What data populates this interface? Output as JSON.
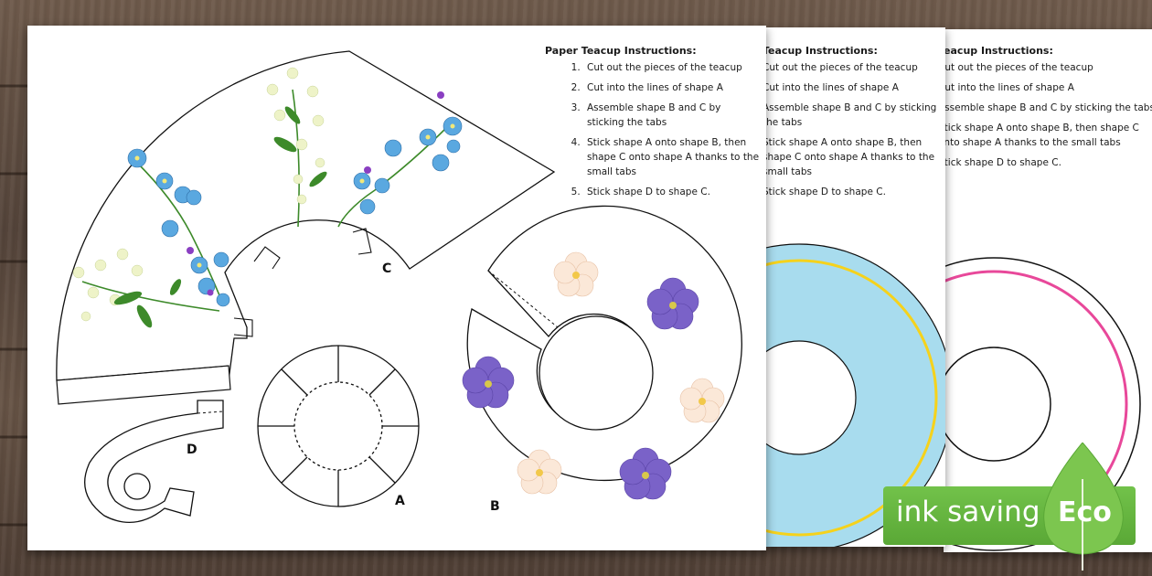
{
  "sheet1": {
    "instructions_title": "Paper Teacup Instructions:",
    "steps": [
      "Cut out the pieces of the teacup",
      "Cut into the lines of shape A",
      "Assemble shape B and C by sticking the tabs",
      "Stick shape A onto shape B, then shape C onto shape A thanks to the small tabs",
      "Stick shape D to shape C."
    ],
    "labels": {
      "a": "A",
      "b": "B",
      "c": "C",
      "d": "D"
    }
  },
  "sheet2": {
    "instructions_title": "Teacup Instructions:",
    "steps": [
      "Cut out the pieces of the teacup",
      "Cut into the lines of shape A",
      "Assemble shape B and C by sticking the tabs",
      "Stick shape A onto shape B, then shape C onto shape A thanks to the small tabs",
      "Stick shape D to shape C."
    ]
  },
  "sheet3": {
    "instructions_title": "Teacup Instructions:",
    "steps": [
      "Cut out the pieces of the teacup",
      "Cut into the lines of shape A",
      "Assemble shape B and C by sticking the tabs",
      "Stick shape A onto shape B, then shape C onto shape A thanks to the small tabs",
      "Stick shape D to shape C."
    ]
  },
  "badge": {
    "text": "ink saving",
    "eco": "Eco"
  },
  "colors": {
    "saucer_blue": "#a8dcee",
    "saucer_gold": "#f5d21c",
    "ring_pink": "#e8489a",
    "eco_green": "#62b43e",
    "forget_me_not": "#5aa8e0",
    "violet": "#7a62c8"
  }
}
